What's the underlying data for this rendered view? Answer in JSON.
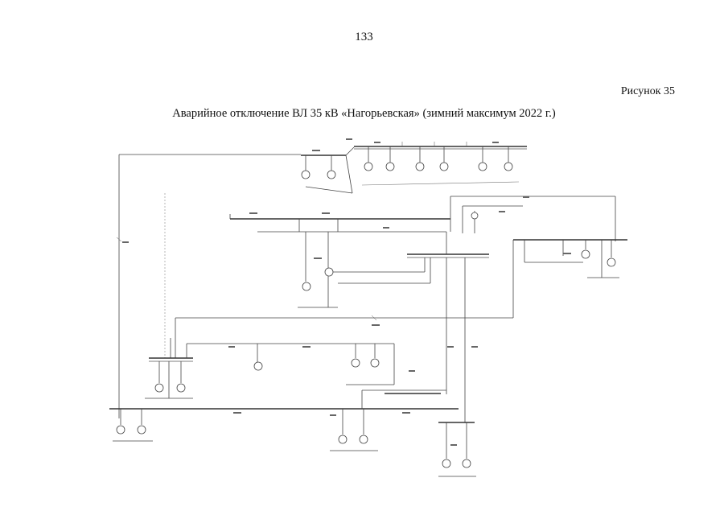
{
  "page": {
    "number": "133",
    "figure_label": "Рисунок 35",
    "title": "Аварийное отключение ВЛ 35 кВ «Нагорьевская» (зимний максимум 2022 г.)"
  },
  "diagram": {
    "kind": "power-grid single-line schematic",
    "line_color": "#444444",
    "background": "#ffffff"
  }
}
